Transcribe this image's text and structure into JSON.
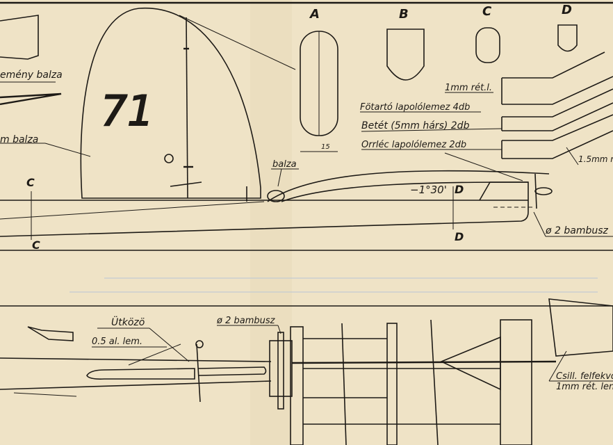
{
  "colors": {
    "paper": "#efe3c6",
    "ink": "#1d1a16",
    "stipple": "#e6dcc4"
  },
  "sections": {
    "a": "A",
    "b": "B",
    "c": "C",
    "d": "D"
  },
  "labels": {
    "balsa_sheet": "emény balza",
    "mm_balsa": "m balza",
    "tail_number": "71",
    "balza": "balza",
    "rib_ply": "1mm rét.l.",
    "spar_plate": "Fötartó lapolólemez  4db",
    "insert": "Betét  (5mm hárs)  2db",
    "le_plate": "Orrléc  lapolólemez   2db",
    "one_five_mm": "1.5mm r",
    "dim_15": "15",
    "angle": "−1°30'",
    "bamboo_right": "ø 2  bambusz",
    "bamboo_lower": "ø 2  bambusz",
    "stop": "Ütközö",
    "al_sheet": "0.5  al. lem.",
    "csill_1": "Csill. felfekvö",
    "csill_2": "1mm rét. len",
    "sec_c_top": "C",
    "sec_c_bottom": "C",
    "sec_d_top": "D",
    "sec_d_bottom": "D"
  }
}
